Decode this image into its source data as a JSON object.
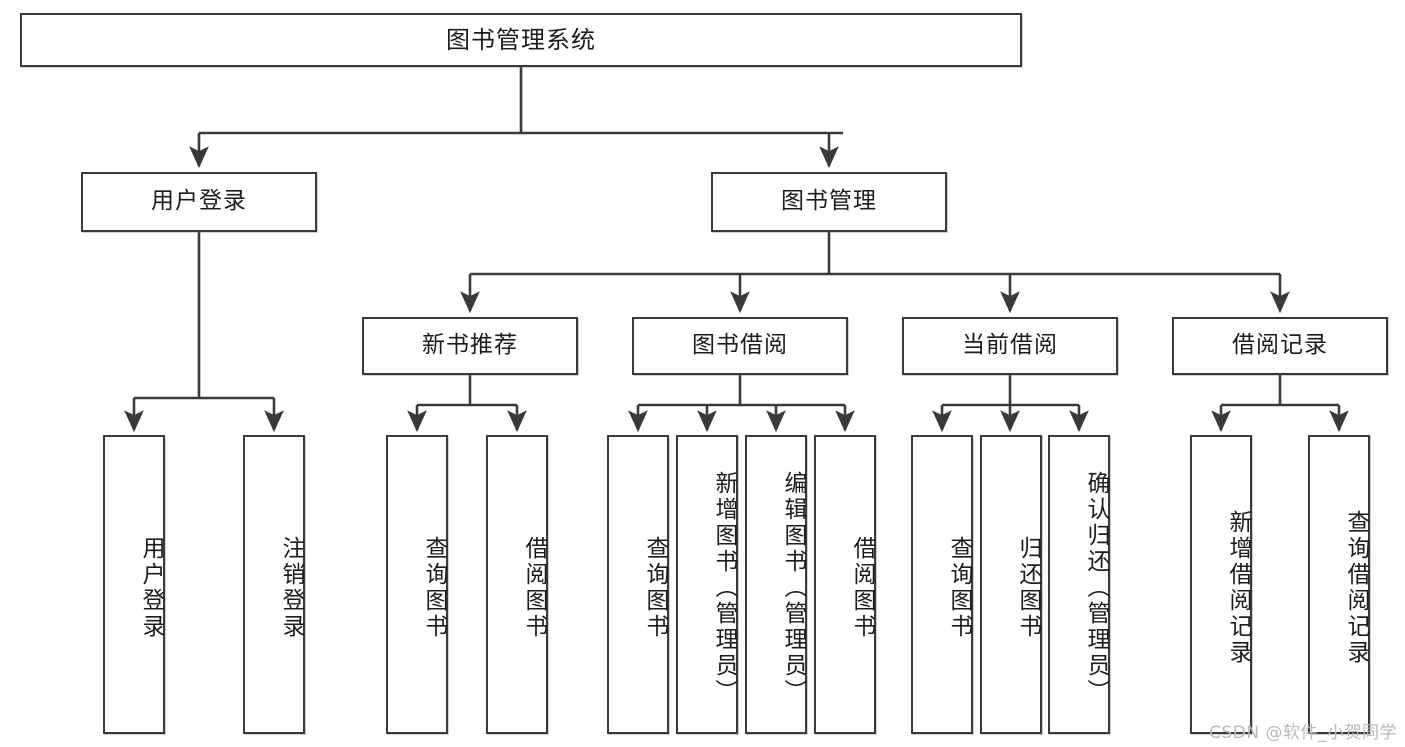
{
  "diagram": {
    "title": "图书管理系统",
    "type": "tree-hierarchy",
    "root": {
      "id": "root",
      "label": "图书管理系统"
    },
    "level2": [
      {
        "id": "login",
        "label": "用户登录"
      },
      {
        "id": "bookmgmt",
        "label": "图书管理"
      }
    ],
    "level3": [
      {
        "id": "newbook",
        "label": "新书推荐"
      },
      {
        "id": "borrow",
        "label": "图书借阅"
      },
      {
        "id": "current",
        "label": "当前借阅"
      },
      {
        "id": "records",
        "label": "借阅记录"
      }
    ],
    "leaves": {
      "login": [
        {
          "id": "user-login",
          "label": "用户登录"
        },
        {
          "id": "user-logout",
          "label": "注销登录"
        }
      ],
      "newbook": [
        {
          "id": "query-book-1",
          "label": "查询图书"
        },
        {
          "id": "borrow-book-1",
          "label": "借阅图书"
        }
      ],
      "borrow": [
        {
          "id": "query-book-2",
          "label": "查询图书"
        },
        {
          "id": "add-book",
          "label": "新增图书（管理员）"
        },
        {
          "id": "edit-book",
          "label": "编辑图书（管理员）"
        },
        {
          "id": "borrow-book-2",
          "label": "借阅图书"
        }
      ],
      "current": [
        {
          "id": "query-book-3",
          "label": "查询图书"
        },
        {
          "id": "return-book",
          "label": "归还图书"
        },
        {
          "id": "confirm-return",
          "label": "确认归还（管理员）"
        }
      ],
      "records": [
        {
          "id": "add-record",
          "label": "新增借阅记录"
        },
        {
          "id": "query-record",
          "label": "查询借阅记录"
        }
      ]
    },
    "colors": {
      "stroke": "#3a3a3a",
      "fill": "#ffffff",
      "text": "#1c1c1c",
      "watermark": "#b9b9b9"
    },
    "watermark": "CSDN @软件_小贺同学"
  }
}
